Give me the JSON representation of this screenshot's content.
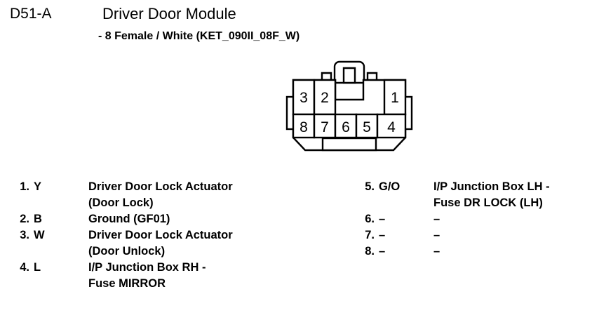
{
  "header": {
    "code": "D51-A",
    "title": "Driver Door Module",
    "subtitle": "- 8 Female / White (KET_090II_08F_W)"
  },
  "connector": {
    "name": "connector-pinout-diagram",
    "type": "8-way female white KET_090II_08F_W",
    "pin_count": 8,
    "top_row": [
      "3",
      "2",
      "",
      "1"
    ],
    "bottom_row": [
      "8",
      "7",
      "6",
      "5",
      "4"
    ],
    "cells": {
      "p1": "1",
      "p2": "2",
      "p3": "3",
      "p4": "4",
      "p5": "5",
      "p6": "6",
      "p7": "7",
      "p8": "8"
    },
    "stroke_color": "#000000",
    "fill_color": "#ffffff"
  },
  "pins_left": [
    {
      "num": "1.",
      "color": "Y",
      "desc": "Driver Door Lock Actuator",
      "desc2": "(Door Lock)"
    },
    {
      "num": "2.",
      "color": "B",
      "desc": "Ground (GF01)",
      "desc2": ""
    },
    {
      "num": "3.",
      "color": "W",
      "desc": "Driver Door Lock Actuator",
      "desc2": "(Door Unlock)"
    },
    {
      "num": "4.",
      "color": "L",
      "desc": "I/P Junction Box RH -",
      "desc2": "Fuse MIRROR"
    }
  ],
  "pins_right": [
    {
      "num": "5.",
      "color": "G/O",
      "desc": "I/P Junction Box LH -",
      "desc2": "Fuse DR LOCK (LH)"
    },
    {
      "num": "6.",
      "color": "–",
      "desc": "–",
      "desc2": ""
    },
    {
      "num": "7.",
      "color": "–",
      "desc": "–",
      "desc2": ""
    },
    {
      "num": "8.",
      "color": "–",
      "desc": "–",
      "desc2": ""
    }
  ]
}
